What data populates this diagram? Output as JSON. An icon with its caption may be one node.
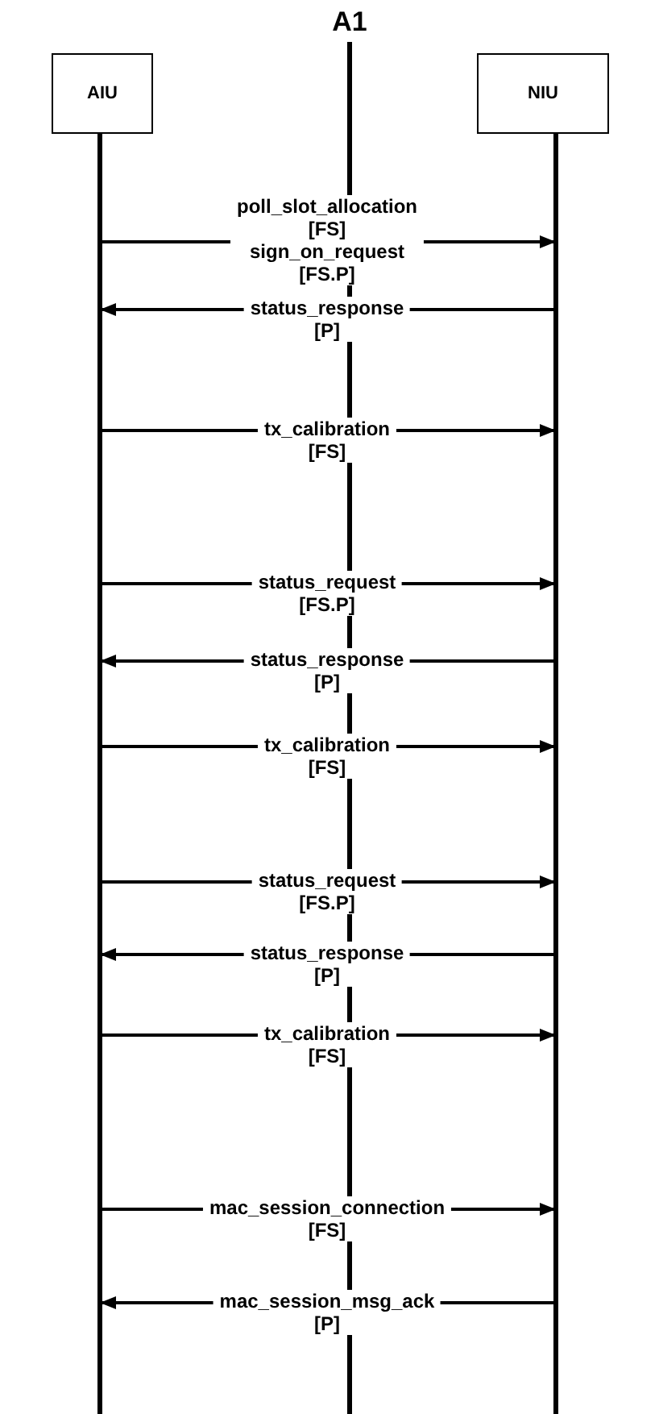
{
  "diagram": {
    "nodes": [
      {
        "text": [
          "A1"
        ]
      },
      {
        "text": [
          "AIU"
        ]
      },
      {
        "text": [
          "NIU"
        ]
      }
    ],
    "edges": [
      {
        "from": 1,
        "to": 2,
        "arrow": "to",
        "label": "poll_slot_allocation [FS] sign_on_request [FS.P]"
      },
      {
        "from": 2,
        "to": 1,
        "arrow": "to",
        "label": "status_response [P]"
      },
      {
        "from": 1,
        "to": 2,
        "arrow": "to",
        "label": "tx_calibration [FS]"
      },
      {
        "from": 1,
        "to": 2,
        "arrow": "to",
        "label": "status_request [FS.P]"
      },
      {
        "from": 2,
        "to": 1,
        "arrow": "to",
        "label": "status_response [P]"
      },
      {
        "from": 1,
        "to": 2,
        "arrow": "to",
        "label": "tx_calibration [FS]"
      },
      {
        "from": 1,
        "to": 2,
        "arrow": "to",
        "label": "status_request [FS.P]"
      },
      {
        "from": 2,
        "to": 1,
        "arrow": "to",
        "label": "status_response [P]"
      },
      {
        "from": 1,
        "to": 2,
        "arrow": "to",
        "label": "tx_calibration [FS]"
      },
      {
        "from": 1,
        "to": 2,
        "arrow": "to",
        "label": "mac_session_connection [FS]"
      },
      {
        "from": 2,
        "to": 1,
        "arrow": "to",
        "label": "mac_session_msg_ack [P]"
      }
    ]
  }
}
